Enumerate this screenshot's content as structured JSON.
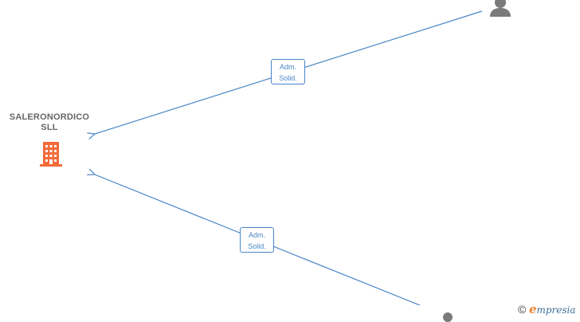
{
  "company": {
    "name_line1": "SALERONORDICO",
    "name_line2": "SLL",
    "icon": "building-icon",
    "color": "#f26b3a"
  },
  "relations": [
    {
      "label_line1": "Adm.",
      "label_line2": "Solid."
    },
    {
      "label_line1": "Adm.",
      "label_line2": "Solid."
    }
  ],
  "persons": [
    {
      "icon": "person-icon",
      "color": "#7a7a7a"
    },
    {
      "icon": "person-icon",
      "color": "#7a7a7a"
    }
  ],
  "colors": {
    "edge": "#4a86c8",
    "label_text": "#666666"
  },
  "footer": {
    "copyright_symbol": "©",
    "brand_initial": "e",
    "brand_rest": "mpresia"
  }
}
